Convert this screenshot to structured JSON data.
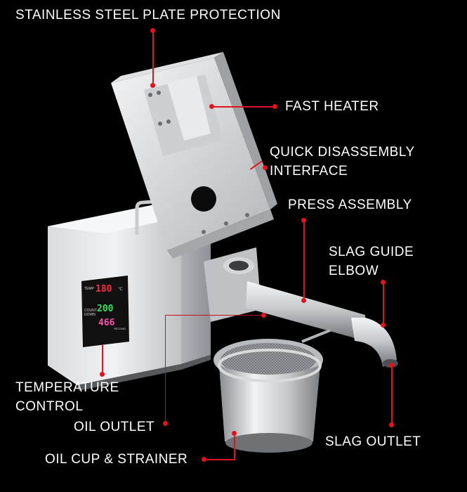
{
  "colors": {
    "background": "#000000",
    "label_text": "#ffffff",
    "leader_red": "#e0141e",
    "steel_light": "#e8e9ea",
    "steel_mid": "#b9bcbe",
    "steel_dark": "#7f8386",
    "panel_black": "#111111",
    "led_red": "#ff2a3a",
    "led_green": "#35e05a",
    "led_pink": "#ff4fb2"
  },
  "labels": {
    "stainless_plate": "STAINLESS STEEL PLATE PROTECTION",
    "fast_heater": "FAST HEATER",
    "quick_disassembly_line1": "QUICK DISASSEMBLY",
    "quick_disassembly_line2": "INTERFACE",
    "press_assembly": "PRESS ASSEMBLY",
    "slag_guide_line1": "SLAG GUIDE",
    "slag_guide_line2": "ELBOW",
    "temperature_line1": "TEMPERATURE",
    "temperature_line2": "CONTROL",
    "oil_outlet": "OIL OUTLET",
    "slag_outlet": "SLAG OUTLET",
    "oil_cup": "OIL CUP & STRAINER"
  },
  "control_panel": {
    "temp_label": "TEMP",
    "temp_value": "180",
    "temp_unit": "℃",
    "count_label_1": "COUNT",
    "count_label_2": "DOWN",
    "count_value": "200",
    "time_value": "466",
    "time_unit": "SECOND"
  }
}
